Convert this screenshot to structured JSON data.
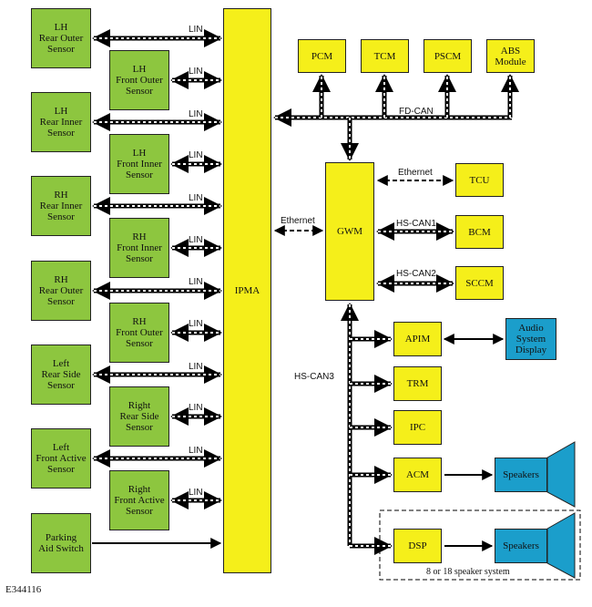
{
  "diagram": {
    "figure_code": "E344116",
    "speaker_note": "8 or 18 speaker system",
    "colors": {
      "sensor": "#8dc63f",
      "module": "#f5ef1a",
      "output": "#1b9ecb"
    },
    "left_sensors": [
      "LH\nRear Outer\nSensor",
      "LH\nRear Inner\nSensor",
      "RH\nRear Inner\nSensor",
      "RH\nRear Outer\nSensor",
      "Left\nRear Side\nSensor",
      "Left\nFront Active\nSensor",
      "Parking\nAid Switch"
    ],
    "inner_sensors": [
      "LH\nFront Outer\nSensor",
      "LH\nFront Inner\nSensor",
      "RH\nFront Inner\nSensor",
      "RH\nFront Outer\nSensor",
      "Right\nRear Side\nSensor",
      "Right\nFront Active\nSensor"
    ],
    "ipma": "IPMA",
    "gwm": "GWM",
    "fdcan_modules": [
      "PCM",
      "TCM",
      "PSCM",
      "ABS\nModule"
    ],
    "gwm_right_modules": [
      "TCU",
      "BCM",
      "SCCM"
    ],
    "hscan3_modules": [
      "APIM",
      "TRM",
      "IPC",
      "ACM",
      "DSP"
    ],
    "apim_output": "Audio\nSystem\nDisplay",
    "speakers": [
      "Speakers",
      "Speakers"
    ],
    "bus_labels": {
      "lin": "LIN",
      "fdcan": "FD-CAN",
      "ethernet": "Ethernet",
      "hscan1": "HS-CAN1",
      "hscan2": "HS-CAN2",
      "hscan3": "HS-CAN3"
    }
  }
}
